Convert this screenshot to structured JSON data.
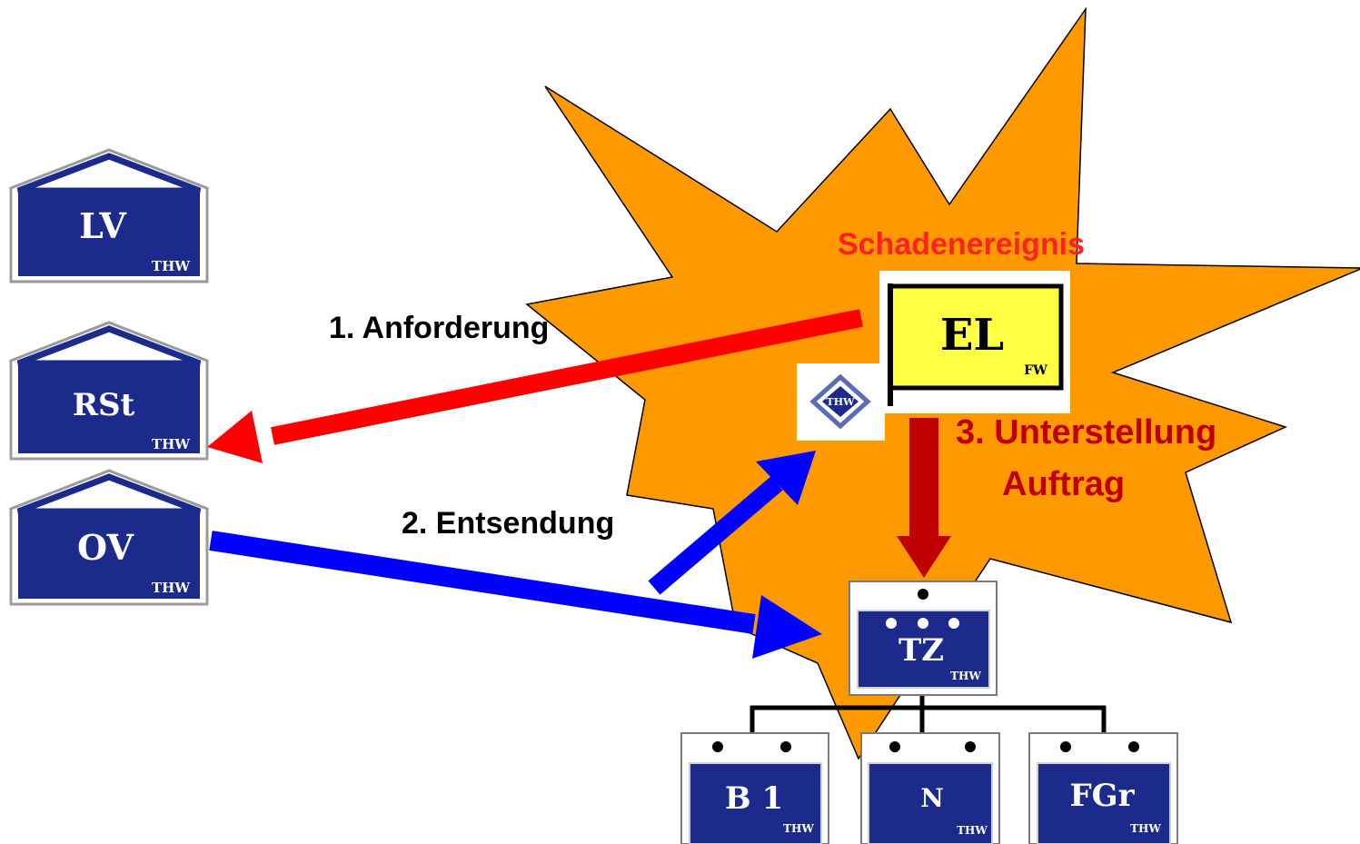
{
  "event": {
    "title": "Schadenereignis"
  },
  "arrows": {
    "request": "1. Anforderung",
    "dispatch": "2. Entsendung",
    "subordination_line1": "3. Unterstellung",
    "subordination_line2": "Auftrag"
  },
  "units": {
    "lv": {
      "code": "LV",
      "org": "THW"
    },
    "rst": {
      "code": "RSt",
      "org": "THW"
    },
    "ov": {
      "code": "OV",
      "org": "THW"
    },
    "el": {
      "code": "EL",
      "org": "FW"
    },
    "thw_logo": {
      "text": "THW"
    },
    "tz": {
      "code": "TZ",
      "org": "THW"
    },
    "b1": {
      "code": "B 1",
      "org": "THW"
    },
    "n": {
      "code": "N",
      "org": "THW"
    },
    "fgr": {
      "code": "FGr",
      "org": "THW"
    }
  },
  "colors": {
    "thw_blue": "#1c2a8c",
    "star_orange": "#ff9900",
    "event_text": "#ff2222",
    "request_arrow": "#ff0000",
    "dispatch_arrow": "#0000ff",
    "subordination_arrow": "#c00000",
    "el_yellow": "#ffff44"
  }
}
